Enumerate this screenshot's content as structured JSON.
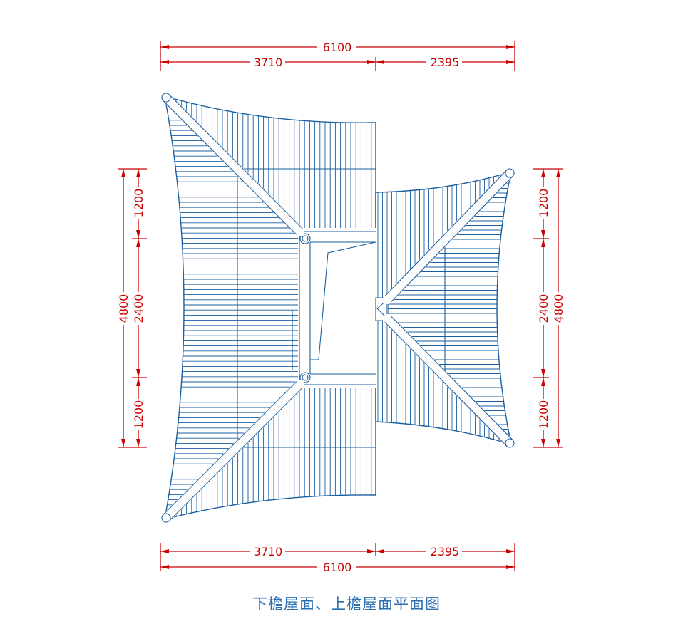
{
  "colors": {
    "dimension": "#cc0000",
    "roof": "#1a5fa0",
    "caption": "#2a6fb0",
    "background": "#ffffff"
  },
  "dimensions": {
    "top_total": "6100",
    "top_left": "3710",
    "top_right": "2395",
    "bottom_left": "3710",
    "bottom_right": "2395",
    "bottom_total": "6100",
    "left_total": "4800",
    "left_upper": "1200",
    "left_middle": "2400",
    "left_lower": "1200",
    "right_total": "4800",
    "right_upper": "1200",
    "right_middle": "2400",
    "right_lower": "1200"
  },
  "caption": "下檐屋面、上檐屋面平面图"
}
